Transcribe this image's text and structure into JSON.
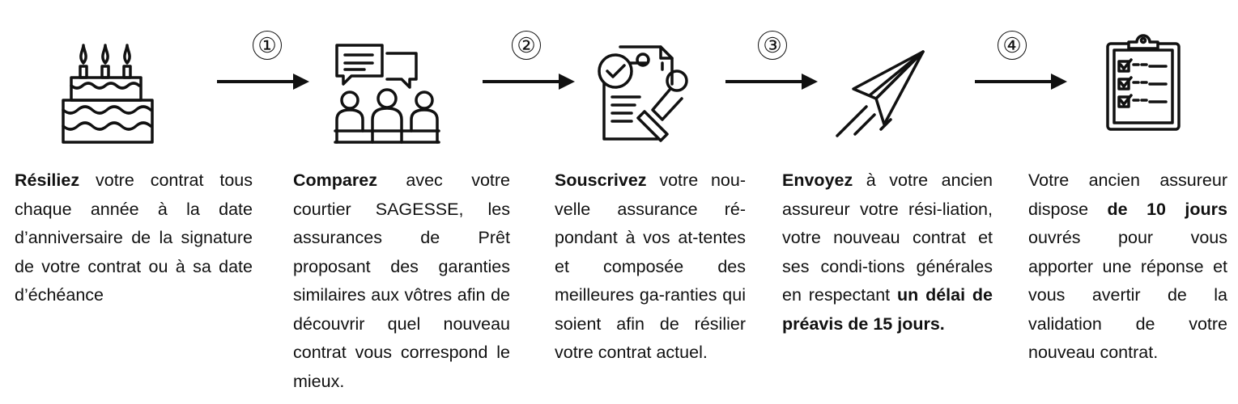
{
  "steps": [
    {
      "num": "",
      "parts": [
        {
          "b": true,
          "t": "Résiliez"
        },
        {
          "b": false,
          "t": " votre contrat tous chaque année à la date d’anniversaire de la signature de votre contrat ou à sa date d’échéance"
        }
      ]
    },
    {
      "num": "①",
      "parts": [
        {
          "b": true,
          "t": "Comparez"
        },
        {
          "b": false,
          "t": " avec votre courtier SAGESSE, les assurances de Prêt proposant des garanties similaires aux vôtres afin de découvrir quel nouveau contrat vous correspond le mieux."
        }
      ]
    },
    {
      "num": "②",
      "parts": [
        {
          "b": true,
          "t": "Souscrivez"
        },
        {
          "b": false,
          "t": " votre nou-velle assurance ré-pondant à vos at-tentes et composée des meilleures ga-ranties qui soient afin de résilier votre contrat actuel."
        }
      ]
    },
    {
      "num": "③",
      "parts": [
        {
          "b": true,
          "t": "Envoyez"
        },
        {
          "b": false,
          "t": " à votre ancien assureur votre rési-liation, votre nouveau contrat et ses condi-tions générales en respectant "
        },
        {
          "b": true,
          "t": "un délai de préavis de 15 jours."
        }
      ]
    },
    {
      "num": "④",
      "parts": [
        {
          "b": false,
          "t": "Votre ancien assureur dispose "
        },
        {
          "b": true,
          "t": "de 10 jours"
        },
        {
          "b": false,
          "t": " ouvrés pour vous apporter une réponse et vous avertir de la validation de votre nouveau contrat."
        }
      ]
    }
  ],
  "icons": [
    "birthday-cake-icon",
    "meeting-discussion-icon",
    "signed-document-stamp-icon",
    "paper-plane-icon",
    "checklist-clipboard-icon"
  ],
  "colors": {
    "ink": "#111111",
    "background": "#ffffff"
  }
}
